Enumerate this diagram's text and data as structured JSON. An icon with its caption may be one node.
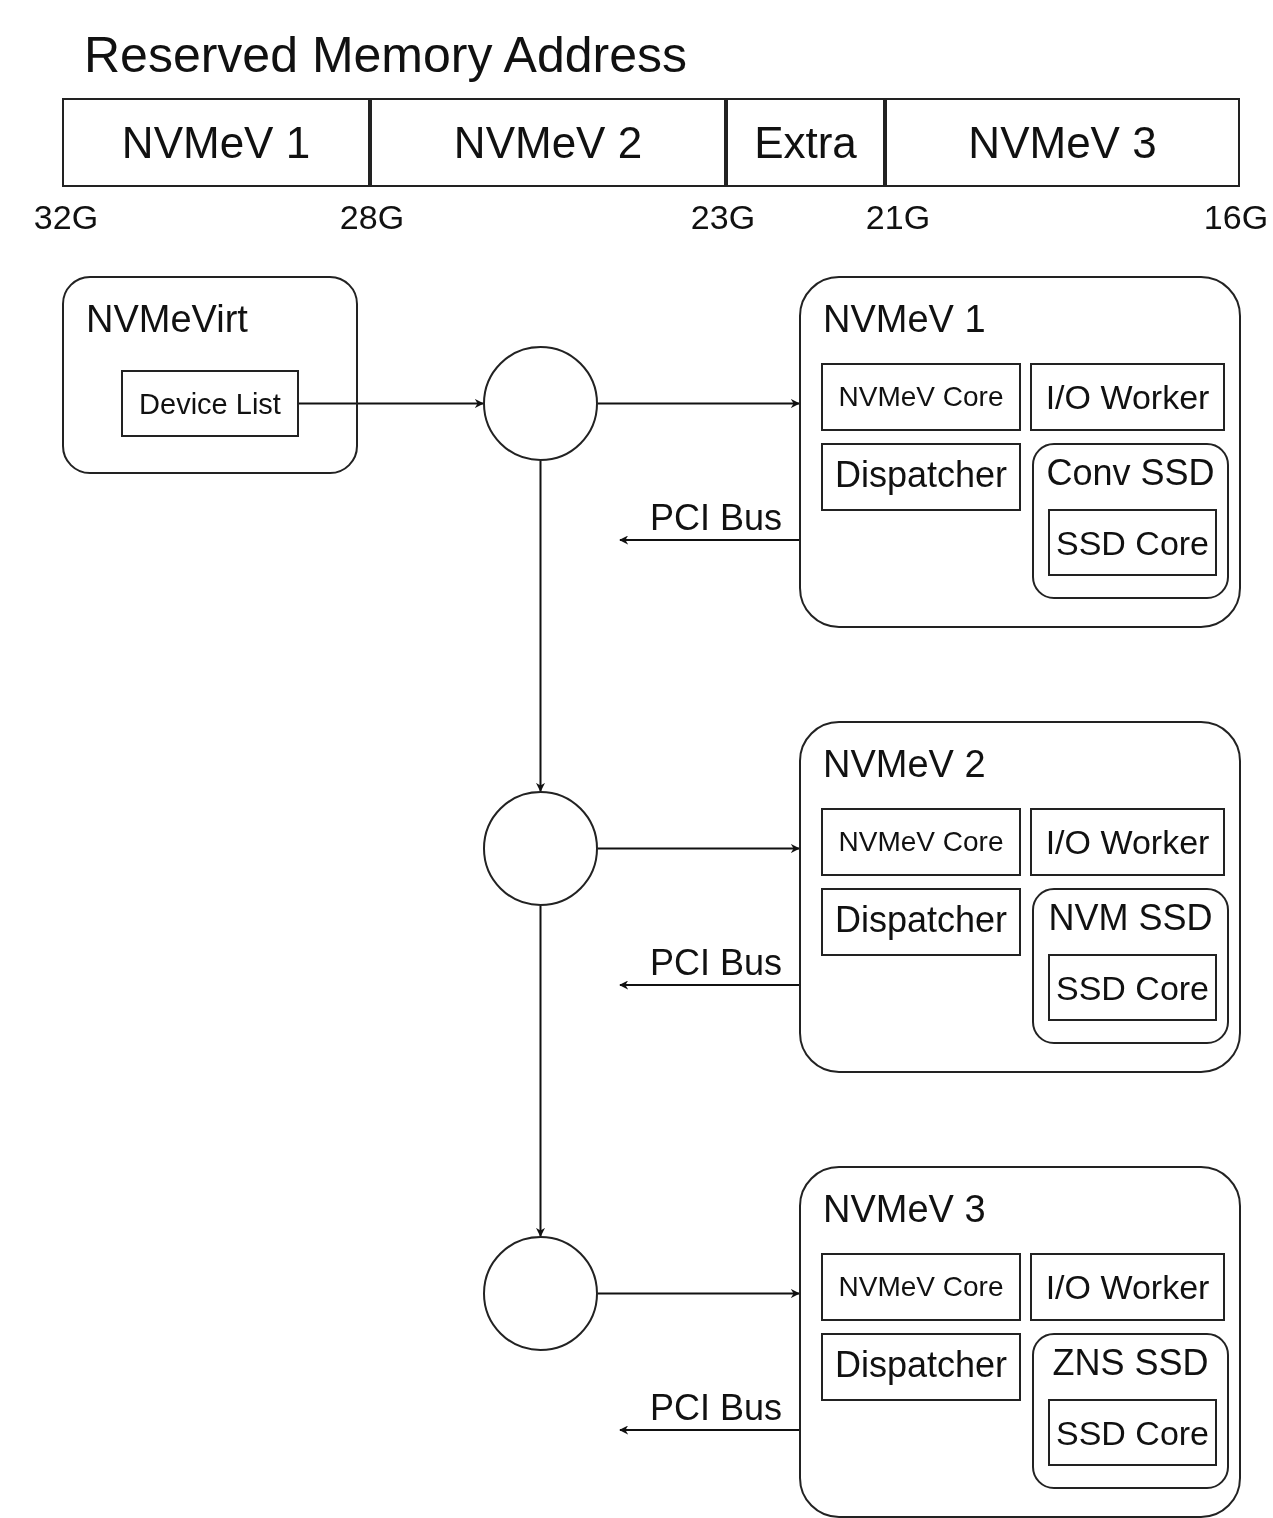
{
  "diagram": {
    "title": "Reserved Memory Address",
    "nodes": [
      {
        "text": [
          "NVMeV 1"
        ]
      },
      {
        "text": [
          "NVMeV 2"
        ]
      },
      {
        "text": [
          "Extra"
        ]
      },
      {
        "text": [
          "NVMeV 3"
        ]
      },
      {
        "text": [
          "NVMeVirt"
        ]
      },
      {
        "text": [
          "Device List"
        ],
        "in": 4
      },
      {
        "text": [],
        "shape": "circle"
      },
      {
        "text": [
          "NVMeV 1"
        ]
      },
      {
        "text": [
          "NVMeV Core"
        ],
        "in": 7
      },
      {
        "text": [
          "I/O Worker"
        ],
        "in": 7
      },
      {
        "text": [
          "Dispatcher"
        ],
        "in": 7
      },
      {
        "text": [
          "Conv SSD"
        ],
        "in": 7
      },
      {
        "text": [
          "SSD Core"
        ],
        "in": 11
      },
      {
        "text": [],
        "shape": "circle"
      },
      {
        "text": [
          "NVMeV 2"
        ]
      },
      {
        "text": [
          "NVMeV Core"
        ],
        "in": 14
      },
      {
        "text": [
          "I/O Worker"
        ],
        "in": 14
      },
      {
        "text": [
          "Dispatcher"
        ],
        "in": 14
      },
      {
        "text": [
          "NVM SSD"
        ],
        "in": 14
      },
      {
        "text": [
          "SSD Core"
        ],
        "in": 18
      },
      {
        "text": [],
        "shape": "circle"
      },
      {
        "text": [
          "NVMeV 3"
        ]
      },
      {
        "text": [
          "NVMeV Core"
        ],
        "in": 21
      },
      {
        "text": [
          "I/O Worker"
        ],
        "in": 21
      },
      {
        "text": [
          "Dispatcher"
        ],
        "in": 21
      },
      {
        "text": [
          "ZNS SSD"
        ],
        "in": 21
      },
      {
        "text": [
          "SSD Core"
        ],
        "in": 25
      }
    ],
    "edges": [
      {
        "from": 5,
        "to": 6,
        "arrow": "to"
      },
      {
        "from": 6,
        "to": 7,
        "arrow": "to"
      },
      {
        "from": 7,
        "to": null,
        "arrow": "to",
        "label": "PCI Bus"
      },
      {
        "from": 6,
        "to": 13,
        "arrow": "to"
      },
      {
        "from": 13,
        "to": 14,
        "arrow": "to"
      },
      {
        "from": 14,
        "to": null,
        "arrow": "to",
        "label": "PCI Bus"
      },
      {
        "from": 13,
        "to": 20,
        "arrow": "to"
      },
      {
        "from": 20,
        "to": 21,
        "arrow": "to"
      },
      {
        "from": 21,
        "to": null,
        "arrow": "to",
        "label": "PCI Bus"
      }
    ],
    "labels": [
      "32G",
      "28G",
      "23G",
      "21G",
      "16G"
    ]
  }
}
